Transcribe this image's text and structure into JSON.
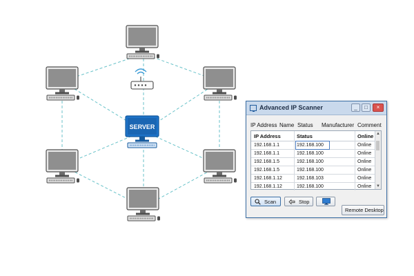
{
  "server": {
    "label": "SERVER"
  },
  "scanner": {
    "title": "Advanced IP Scanner",
    "window_buttons": {
      "minimize": "_",
      "maximize": "□",
      "close": "×"
    },
    "menu": [
      "IP Address",
      "Name",
      "Status",
      "Manufacturer",
      "Comment"
    ],
    "columns": [
      "IP Address",
      "Status",
      "Online"
    ],
    "rows": [
      {
        "ip": "192.168.1.1",
        "status": "192.168.100",
        "state": "Online"
      },
      {
        "ip": "192.168.1.1",
        "status": "192.168.100",
        "state": "Online"
      },
      {
        "ip": "192.168.1.5",
        "status": "192.168.100",
        "state": "Online"
      },
      {
        "ip": "192.168.1.5",
        "status": "192.168.100",
        "state": "Online"
      },
      {
        "ip": "192.168.1.12",
        "status": "192.168.103",
        "state": "Online"
      },
      {
        "ip": "192.168.1.12",
        "status": "192.168.100",
        "state": "Online"
      }
    ],
    "buttons": {
      "scan": "Scan",
      "stop": "Stop",
      "remote": "Remote Desktop"
    }
  },
  "colors": {
    "accent": "#1e73c8",
    "link": "#69c2c9",
    "device": "#545454"
  },
  "icons": [
    "router-icon",
    "monitor-icon",
    "search-icon",
    "stop-icon",
    "desktop-icon"
  ]
}
